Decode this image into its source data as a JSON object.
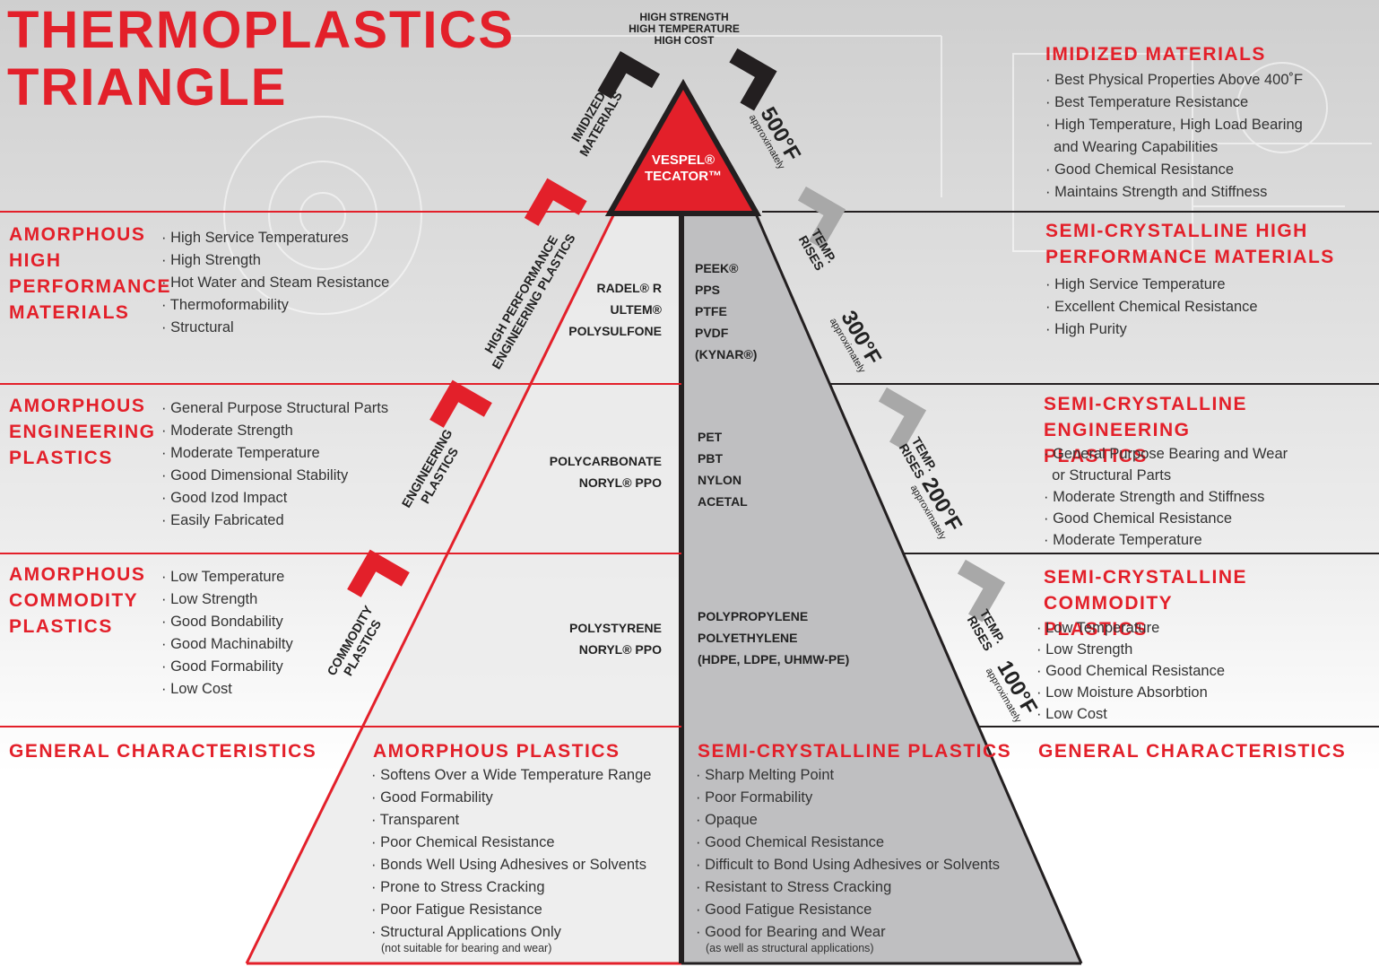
{
  "title": {
    "line1": "THERMOPLASTICS",
    "line2": "TRIANGLE"
  },
  "apex": {
    "line1": "HIGH STRENGTH",
    "line2": "HIGH TEMPERATURE",
    "line3": "HIGH COST"
  },
  "vespel": {
    "line1": "VESPEL®",
    "line2": "TECATOR™"
  },
  "arrows_left": [
    {
      "label1": "IMIDIZED",
      "label2": "MATERIALS"
    },
    {
      "label1": "HIGH PERFORMANCE",
      "label2": "ENGINEERING PLASTICS"
    },
    {
      "label1": "ENGINEERING",
      "label2": "PLASTICS"
    },
    {
      "label1": "COMMODITY",
      "label2": "PLASTICS"
    }
  ],
  "temps": [
    {
      "value": "500°F",
      "approx": "approximately"
    },
    {
      "rises1": "TEMP.",
      "rises2": "RISES",
      "value": "300°F",
      "approx": "approximately"
    },
    {
      "rises1": "TEMP.",
      "rises2": "RISES",
      "value": "200°F",
      "approx": "approximately"
    },
    {
      "rises1": "TEMP.",
      "rises2": "RISES",
      "value": "100°F",
      "approx": "approximately"
    }
  ],
  "left_sections": [
    {
      "heading": [
        "AMORPHOUS",
        "HIGH",
        "PERFORMANCE",
        "MATERIALS"
      ],
      "bullets": [
        "High Service Temperatures",
        "High Strength",
        "Hot Water and Steam Resistance",
        "Thermoformability",
        "Structural"
      ]
    },
    {
      "heading": [
        "AMORPHOUS",
        "ENGINEERING",
        "PLASTICS"
      ],
      "bullets": [
        "General Purpose Structural Parts",
        "Moderate Strength",
        "Moderate Temperature",
        "Good Dimensional Stability",
        "Good Izod Impact",
        "Easily Fabricated"
      ]
    },
    {
      "heading": [
        "AMORPHOUS",
        "COMMODITY",
        "PLASTICS"
      ],
      "bullets": [
        "Low Temperature",
        "Low Strength",
        "Good Bondability",
        "Good Machinabilty",
        "Good Formability",
        "Low Cost"
      ]
    }
  ],
  "right_sections": [
    {
      "heading": [
        "IMIDIZED MATERIALS"
      ],
      "bullets": [
        "Best Physical Properties Above 400˚F",
        "Best Temperature Resistance",
        "High Temperature, High Load Bearing"
      ],
      "cont": "and Wearing Capabilities",
      "bullets2": [
        "Good Chemical Resistance",
        "Maintains Strength and Stiffness"
      ]
    },
    {
      "heading": [
        "SEMI-CRYSTALLINE HIGH",
        "PERFORMANCE MATERIALS"
      ],
      "bullets": [
        "High Service Temperature",
        "Excellent Chemical Resistance",
        "High Purity"
      ]
    },
    {
      "heading": [
        "SEMI-CRYSTALLINE ENGINEERING",
        "PLASTICS"
      ],
      "bullets": [
        "General Purpose Bearing and Wear"
      ],
      "cont": "or Structural Parts",
      "bullets2": [
        "Moderate Strength and Stiffness",
        "Good Chemical Resistance",
        "Moderate Temperature"
      ]
    },
    {
      "heading": [
        "SEMI-CRYSTALLINE COMMODITY",
        "PLASTICS"
      ],
      "bullets": [
        "Low Temperature",
        "Low Strength",
        "Good Chemical Resistance",
        "Low Moisture Absorbtion",
        "Low Cost"
      ]
    }
  ],
  "materials_left": [
    [
      "RADEL® R",
      "ULTEM®",
      "POLYSULFONE"
    ],
    [
      "POLYCARBONATE",
      "NORYL® PPO"
    ],
    [
      "POLYSTYRENE",
      "NORYL® PPO"
    ]
  ],
  "materials_right": [
    [
      "PEEK®",
      "PPS",
      "PTFE",
      "PVDF",
      "(KYNAR®)"
    ],
    [
      "PET",
      "PBT",
      "NYLON",
      "ACETAL"
    ],
    [
      "POLYPROPYLENE",
      "POLYETHYLENE",
      "(HDPE, LDPE, UHMW-PE)"
    ]
  ],
  "general": {
    "left": "GENERAL CHARACTERISTICS",
    "right": "GENERAL CHARACTERISTICS"
  },
  "amorphous": {
    "heading": "AMORPHOUS PLASTICS",
    "bullets": [
      "Softens Over a Wide Temperature Range",
      "Good Formability",
      "Transparent",
      "Poor Chemical Resistance",
      "Bonds Well Using Adhesives or Solvents",
      "Prone to Stress Cracking",
      "Poor Fatigue Resistance",
      "Structural Applications Only"
    ],
    "note": "(not suitable for bearing and wear)"
  },
  "semicrystalline": {
    "heading": "SEMI-CRYSTALLINE PLASTICS",
    "bullets": [
      "Sharp Melting Point",
      "Poor Formability",
      "Opaque",
      "Good Chemical Resistance",
      "Difficult to Bond Using Adhesives or Solvents",
      "Resistant to Stress Cracking",
      "Good Fatigue Resistance",
      "Good for Bearing and Wear"
    ],
    "note": "(as well as structural applications)"
  },
  "colors": {
    "red": "#e3202a",
    "dark": "#231f20",
    "grey_fill": "#c0c0c2",
    "light_fill": "#ececec",
    "arrow_grey": "#a8a8a8"
  }
}
